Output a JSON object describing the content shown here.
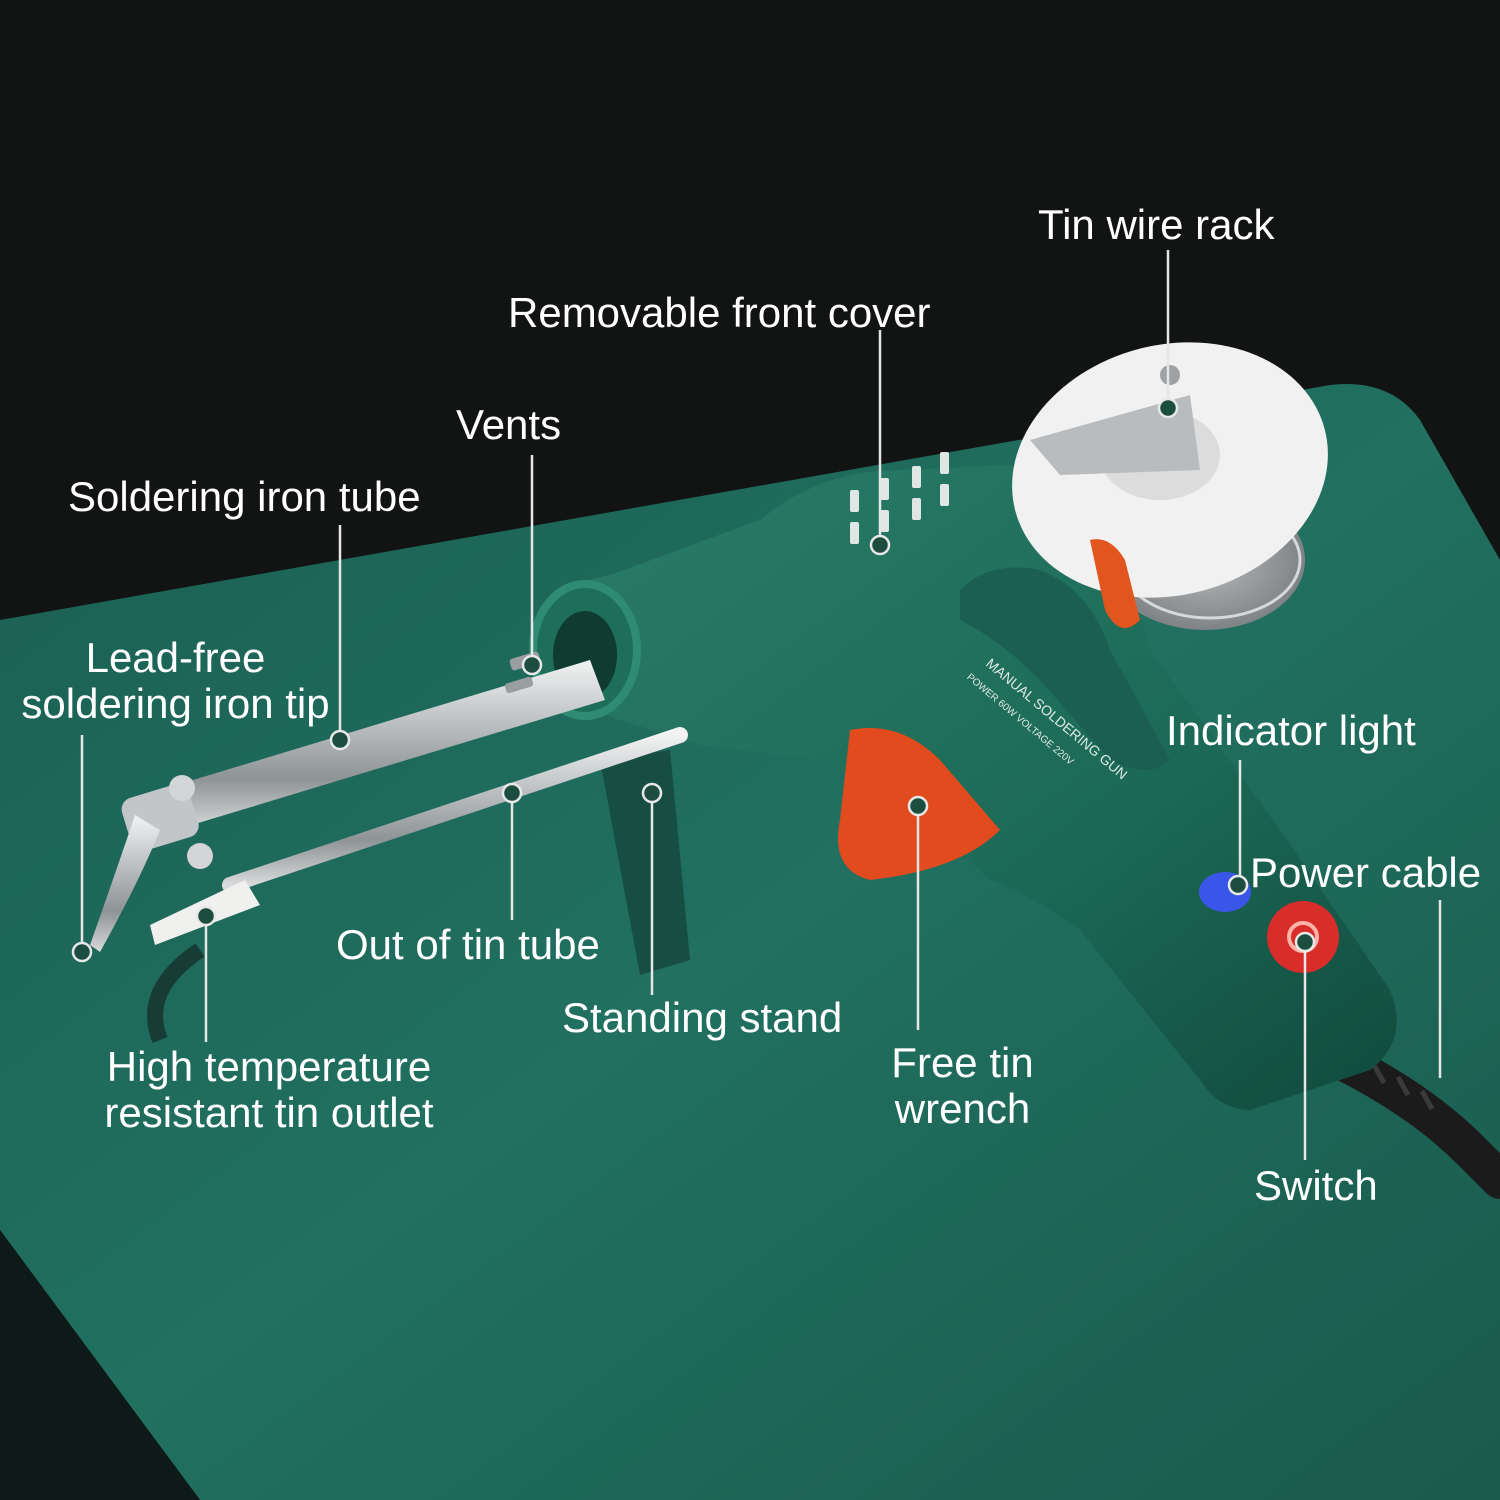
{
  "callouts": {
    "tin_wire_rack": "Tin wire rack",
    "removable_front_cover": "Removable front cover",
    "vents": "Vents",
    "soldering_iron_tube": "Soldering iron tube",
    "lead_free_tip_line1": "Lead-free",
    "lead_free_tip_line2": "soldering iron tip",
    "indicator_light": "Indicator light",
    "power_cable": "Power cable",
    "out_of_tin_tube": "Out of tin tube",
    "standing_stand": "Standing stand",
    "high_temp_line1": "High temperature",
    "high_temp_line2": "resistant tin outlet",
    "free_tin_wrench_line1": "Free tin",
    "free_tin_wrench_line2": "wrench",
    "switch": "Switch"
  },
  "product": {
    "body_print_line1": "MANUAL SOLDERING GUN",
    "body_print_line2": "POWER 60W VOLTAGE 220V"
  },
  "colors": {
    "background": "#121414",
    "mat": "#1f6b5b",
    "gun_body": "#1f6b58",
    "trigger": "#e24b1e",
    "switch": "#d92d2a",
    "indicator": "#3a56e8",
    "metal": "#c9ccce"
  }
}
